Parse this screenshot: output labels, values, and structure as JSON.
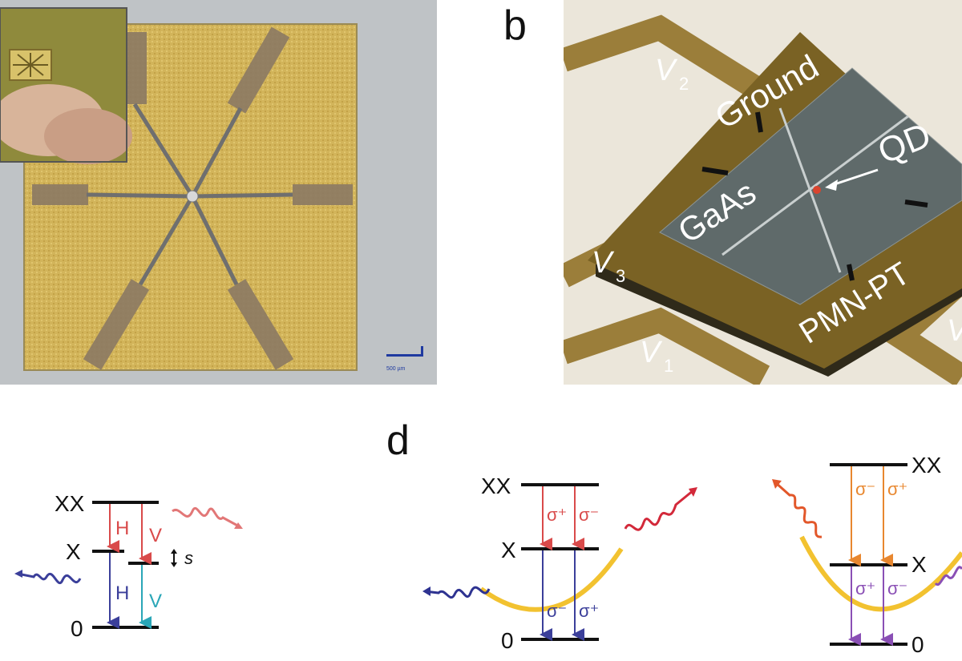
{
  "figure": {
    "panels": [
      {
        "id": "a",
        "label": ""
      },
      {
        "id": "b",
        "label": "b"
      },
      {
        "id": "c",
        "label": ""
      },
      {
        "id": "d",
        "label": "d"
      }
    ]
  },
  "panel_a": {
    "scale_mark": "500 µm"
  },
  "panel_b": {
    "labels": {
      "v2": "V",
      "v2_sub": "2",
      "v3": "V",
      "v3_sub": "3",
      "v1": "V",
      "v1_sub": "1",
      "v4": "V",
      "ground": "Ground",
      "qd": "QD",
      "gaas": "GaAs",
      "pmnpt": "PMN-PT"
    }
  },
  "panel_c": {
    "levels": {
      "xx": "XX",
      "x": "X",
      "zero": "0"
    },
    "transitions": {
      "h_top": "H",
      "v_top": "V",
      "h_bottom": "H",
      "v_bottom": "V"
    },
    "splitting": "s"
  },
  "panel_d_left": {
    "levels": {
      "xx": "XX",
      "x": "X",
      "zero": "0"
    },
    "transitions": {
      "top_left": "σ⁺",
      "top_right": "σ⁻",
      "bottom_left": "σ⁻",
      "bottom_right": "σ⁺"
    }
  },
  "panel_d_right": {
    "levels": {
      "xx": "XX",
      "x": "X",
      "zero": "0"
    },
    "transitions": {
      "top_left": "σ⁻",
      "top_right": "σ⁺",
      "bottom_left": "σ⁺",
      "bottom_right": "σ⁻"
    }
  },
  "colors": {
    "gold": "#c9a94d",
    "gold_dark": "#8c7436",
    "gray_bg": "#bfc3c6",
    "red": "#d94a4a",
    "blue": "#3b3f9a",
    "cyan": "#2aa6b7",
    "orange": "#e8872f",
    "purple": "#8a4fb5",
    "yellow": "#f2c230"
  }
}
